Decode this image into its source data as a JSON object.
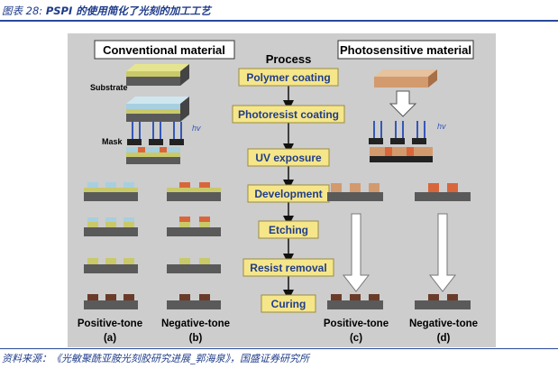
{
  "caption": {
    "prefix": "图表 28:",
    "title": "PSPI 的使用简化了光刻的加工工艺"
  },
  "source": "资料来源：《光敏聚酰亚胺光刻胶研究进展_郭海泉》，国盛证券研究所",
  "figure": {
    "left_header": "Conventional material",
    "right_header": "Photosensitive material",
    "process_title": "Process",
    "steps": [
      "Polymer coating",
      "Photoresist coating",
      "UV exposure",
      "Development",
      "Etching",
      "Resist removal",
      "Curing"
    ],
    "labels": {
      "substrate": "Substrate",
      "mask": "Mask",
      "hv": "hv"
    },
    "bottom": [
      {
        "tone": "Positive-tone",
        "panel": "(a)"
      },
      {
        "tone": "Negative-tone",
        "panel": "(b)"
      },
      {
        "tone": "Positive-tone",
        "panel": "(c)"
      },
      {
        "tone": "Negative-tone",
        "panel": "(d)"
      }
    ]
  },
  "colors": {
    "frame_bg": "#cdcdcd",
    "step_box": "#f6e68a",
    "substrate": "#5a5a5a",
    "polymer": "#c9c96a",
    "photoresist": "#a7cfe0",
    "mask": "#222222",
    "uv_arrow": "#3558b8",
    "polyimide_orange": "#d9663a",
    "photosensitive_tan": "#d39a6e",
    "cured": "#6b3b2a"
  }
}
